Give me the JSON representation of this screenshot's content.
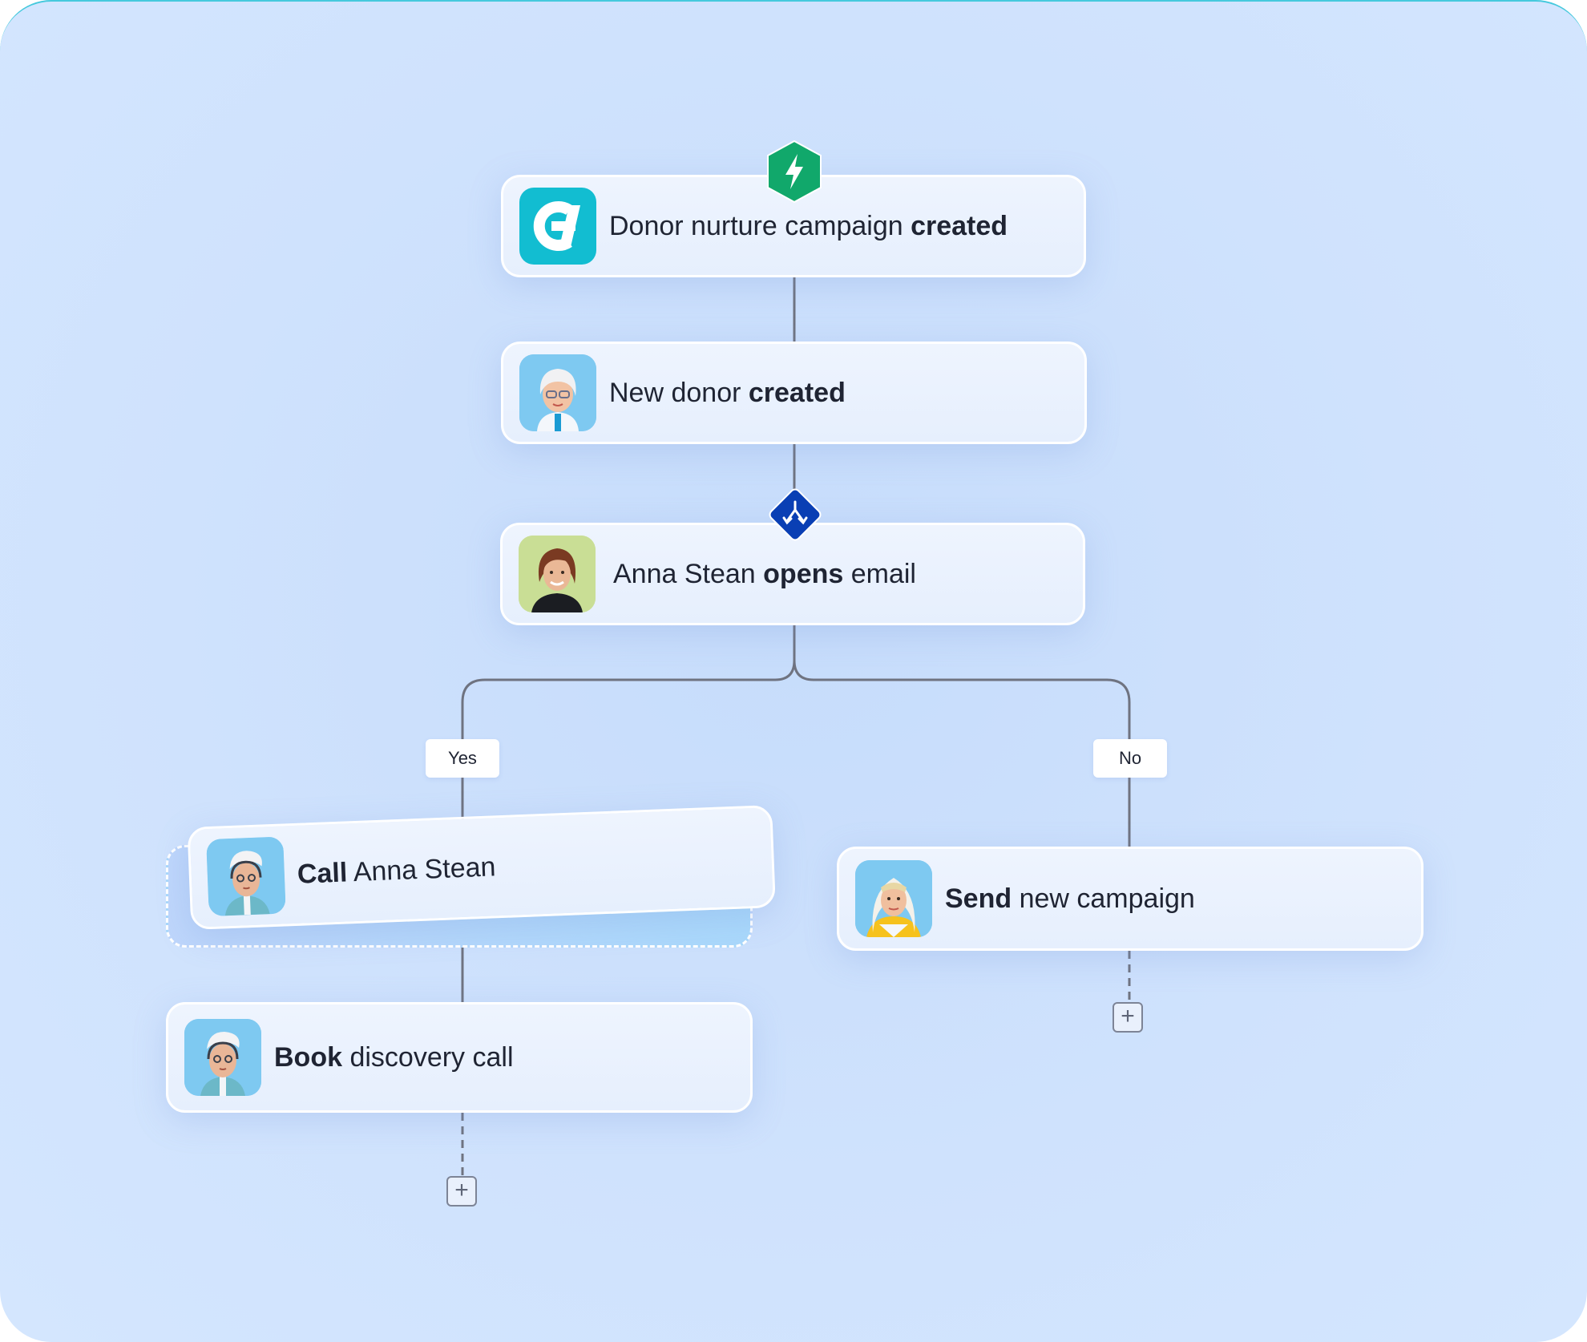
{
  "nodes": {
    "trigger": {
      "text": "Donor nurture campaign ",
      "bold": "created"
    },
    "new_donor": {
      "text": "New donor ",
      "bold": "created"
    },
    "opens_email": {
      "text_before": "Anna Stean ",
      "bold": "opens",
      "text_after": " email"
    },
    "call": {
      "bold": "Call",
      "text": " Anna Stean"
    },
    "book": {
      "bold": "Book",
      "text": " discovery call"
    },
    "send": {
      "bold": "Send",
      "text": " new campaign"
    }
  },
  "branches": {
    "yes": "Yes",
    "no": "No"
  },
  "add_label": "+",
  "icons": {
    "trigger_badge": "lightning-icon",
    "branch_badge": "split-arrows-icon",
    "app_logo": "app-logo-icon"
  },
  "colors": {
    "trigger_green": "#11a86b",
    "branch_blue": "#0a3fb4",
    "logo_teal": "#12bdd1"
  }
}
